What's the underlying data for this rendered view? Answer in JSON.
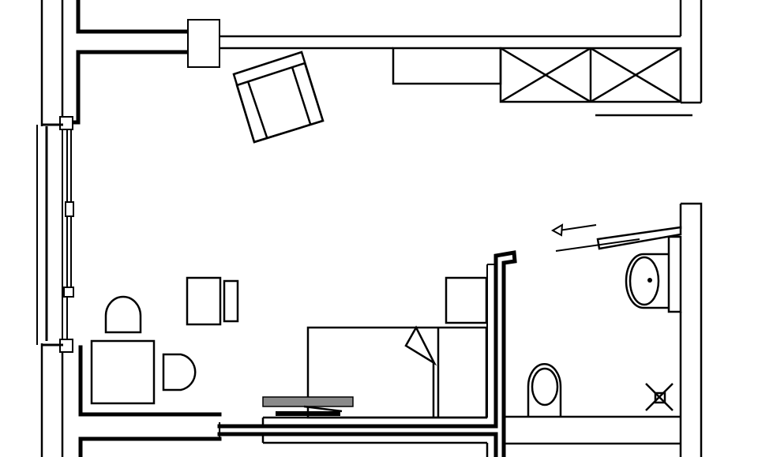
{
  "canvas": {
    "background": "#ffffff",
    "ink": "#000000",
    "accent_grey": "#8a8a8a"
  },
  "plan": {
    "type": "architectural-floor-plan",
    "labels": [],
    "elements": [
      "outer-wall-left",
      "window-left",
      "wall-top",
      "column-top",
      "wall-right",
      "armchair",
      "sideboard",
      "wardrobe",
      "door-bathroom",
      "washbasin",
      "toilet",
      "floor-drain",
      "bed",
      "pillow",
      "bed-bench",
      "bedside-table",
      "desk",
      "desk-chair",
      "armchair-round",
      "small-table",
      "bathroom-partition"
    ]
  }
}
